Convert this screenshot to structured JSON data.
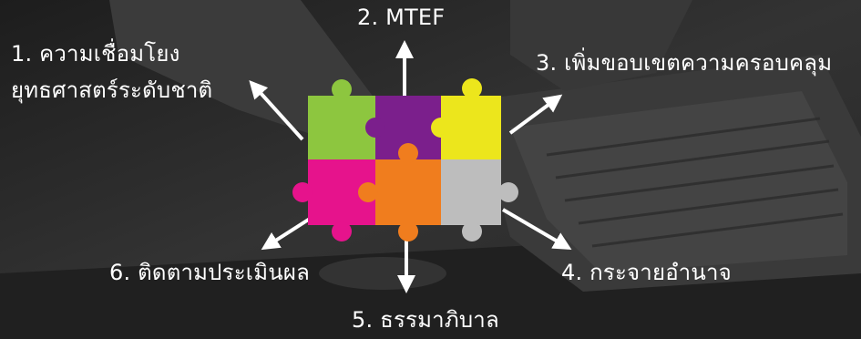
{
  "diagram": {
    "center": {
      "pieces": [
        {
          "color": "#8dc63f"
        },
        {
          "color": "#7b1f8c"
        },
        {
          "color": "#ece61c"
        },
        {
          "color": "#e6138c"
        },
        {
          "color": "#f07d1e"
        },
        {
          "color": "#bdbdbd"
        }
      ]
    },
    "labels": {
      "item1": {
        "line1": "1. ความเชื่อมโยง",
        "line2": "ยุทธศาสตร์ระดับชาติ"
      },
      "item2": {
        "text": "2. MTEF"
      },
      "item3": {
        "text": "3. เพิ่มขอบเขตความครอบคลุม"
      },
      "item4": {
        "text": "4. กระจายอำนาจ"
      },
      "item5": {
        "text": "5. ธรรมาภิบาล"
      },
      "item6": {
        "text": "6. ติดตามประเมินผล"
      }
    },
    "arrow_color": "#ffffff",
    "background_color": "#2a2a2a"
  }
}
